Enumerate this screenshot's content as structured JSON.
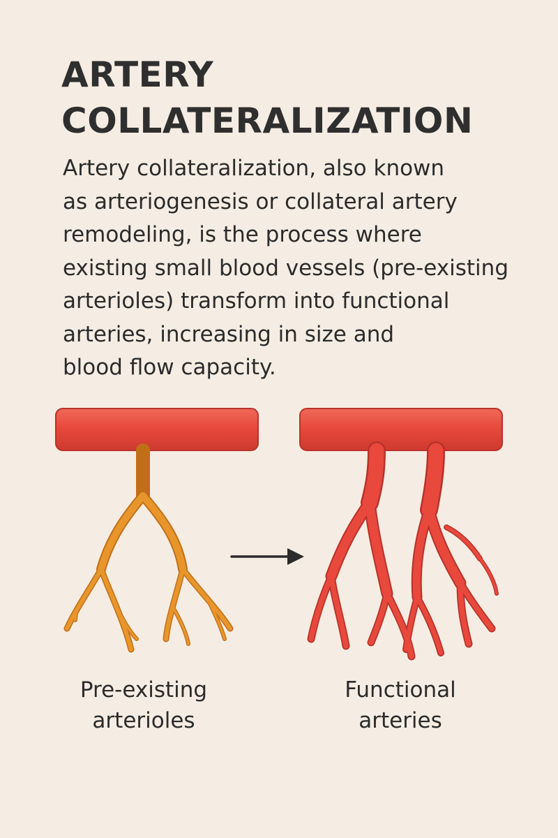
{
  "title": "ARTERY\nCOLLATERALIZATION",
  "description": "Artery collateralization, also known\nas arteriogenesis or collateral artery\nremodeling, is the process where\nexisting small blood vessels (pre-existing\narterioles) transform into functional\narteries, increasing in size and\nblood flow capacity.",
  "labels": {
    "before": "Pre-existing\narterioles",
    "after": "Functional\narteries"
  },
  "colors": {
    "background": "#f5ede3",
    "artery": "#e8493c",
    "artery_outline": "#b8322a",
    "arteriole": "#e8962c",
    "arteriole_outline": "#c06f18",
    "arrow": "#2b2b2b"
  }
}
